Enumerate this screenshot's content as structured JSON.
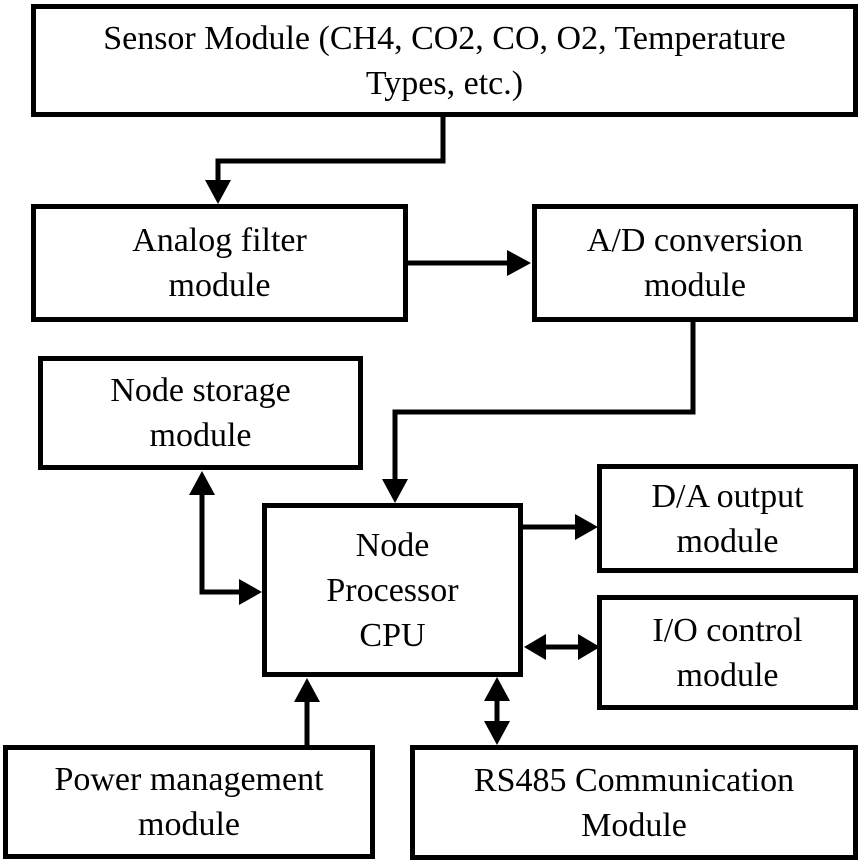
{
  "diagram": {
    "type": "block-diagram",
    "background_color": "#ffffff",
    "box_border_color": "#000000",
    "box_fill_color": "#ffffff",
    "arrow_color": "#000000",
    "text_color": "#000000",
    "nodes": {
      "sensor": {
        "label": "Sensor Module (CH4, CO2, CO, O2, Temperature\nTypes, etc.)"
      },
      "analog_filter": {
        "label": "Analog filter\nmodule"
      },
      "ad_conversion": {
        "label": "A/D conversion\nmodule"
      },
      "node_storage": {
        "label": "Node storage\nmodule"
      },
      "cpu": {
        "label": "Node\nProcessor\nCPU"
      },
      "da_output": {
        "label": "D/A output\nmodule"
      },
      "io_control": {
        "label": "I/O control\nmodule"
      },
      "power_management": {
        "label": "Power management\nmodule"
      },
      "rs485": {
        "label": "RS485 Communication\nModule"
      }
    },
    "connections": [
      {
        "from": "sensor",
        "to": "analog_filter",
        "direction": "one-way"
      },
      {
        "from": "analog_filter",
        "to": "ad_conversion",
        "direction": "one-way"
      },
      {
        "from": "ad_conversion",
        "to": "cpu",
        "direction": "one-way"
      },
      {
        "from": "node_storage",
        "to": "cpu",
        "direction": "two-way"
      },
      {
        "from": "cpu",
        "to": "da_output",
        "direction": "one-way"
      },
      {
        "from": "cpu",
        "to": "io_control",
        "direction": "two-way"
      },
      {
        "from": "power_management",
        "to": "cpu",
        "direction": "one-way"
      },
      {
        "from": "cpu",
        "to": "rs485",
        "direction": "two-way"
      }
    ]
  }
}
